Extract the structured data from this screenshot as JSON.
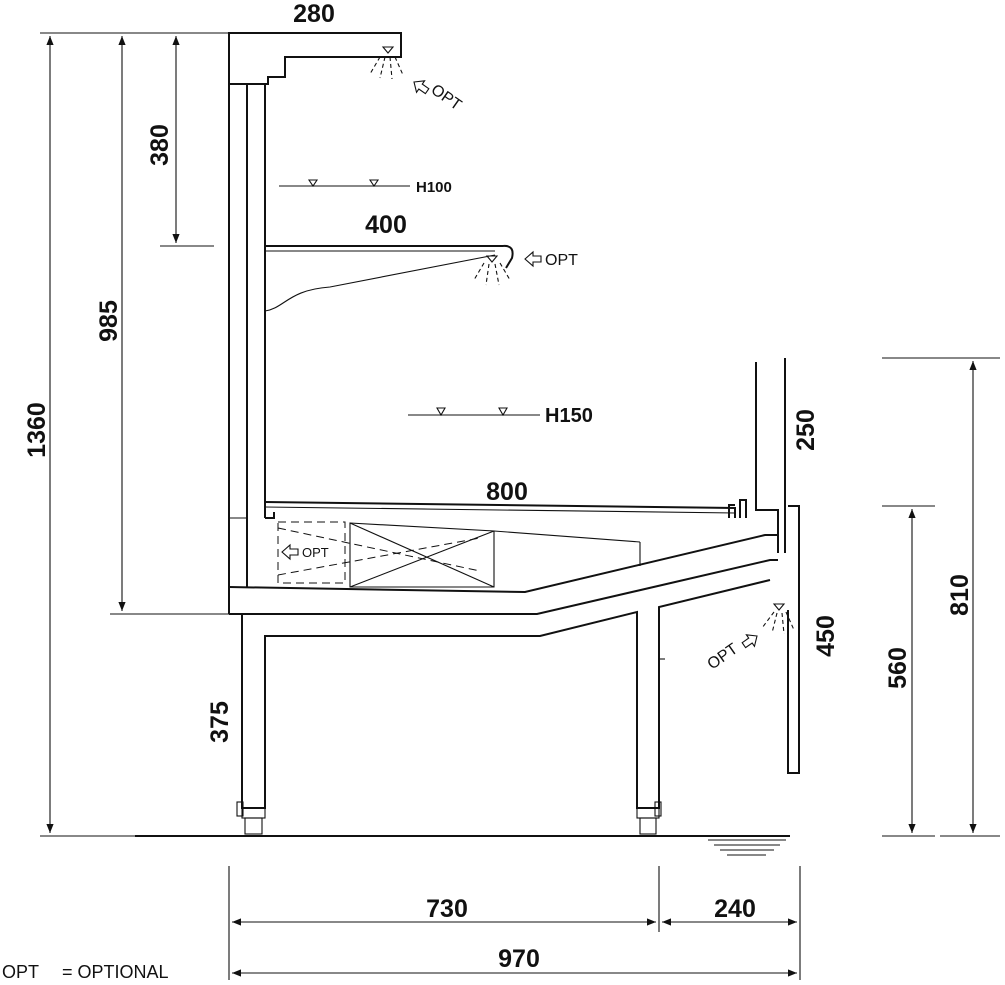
{
  "dimensions": {
    "top_canopy_depth": "280",
    "canopy_height": "380",
    "shelf_height": "985",
    "total_height": "1360",
    "shelf_depth": "400",
    "base_depth": "800",
    "glass_height": "250",
    "front_height": "810",
    "front_panel": "450",
    "base_front_height": "560",
    "leg_height": "375",
    "body_depth": "730",
    "front_extension": "240",
    "total_depth": "970"
  },
  "labels": {
    "h100": "H100",
    "h150": "H150",
    "opt_top": "OPT",
    "opt_shelf": "OPT",
    "opt_tray": "OPT",
    "opt_front": "OPT"
  },
  "legend": {
    "abbr": "OPT",
    "meaning": "= OPTIONAL"
  }
}
